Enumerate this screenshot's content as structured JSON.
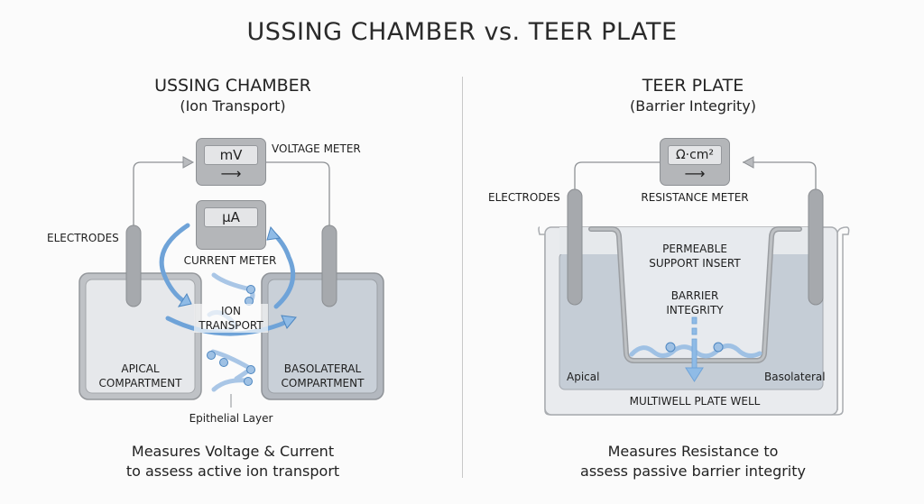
{
  "title": "USSING CHAMBER vs. TEER PLATE",
  "left": {
    "heading": "USSING CHAMBER",
    "subheading": "(Ion Transport)",
    "voltage_meter": {
      "unit": "mV",
      "label": "VOLTAGE METER",
      "arrow": "⟶"
    },
    "current_meter": {
      "unit": "μA",
      "label": "CURRENT METER"
    },
    "electrodes_label": "ELECTRODES",
    "ion_transport_label": [
      "ION",
      "TRANSPORT"
    ],
    "apical_label": [
      "APICAL",
      "COMPARTMENT"
    ],
    "basolateral_label": [
      "BASOLATERAL",
      "COMPARTMENT"
    ],
    "epithelial_label": "Epithelial Layer",
    "caption": [
      "Measures Voltage & Current",
      "to assess active ion transport"
    ]
  },
  "right": {
    "heading": "TEER PLATE",
    "subheading": "(Barrier Integrity)",
    "resistance_meter": {
      "unit": "Ω·cm²",
      "label": "RESISTANCE METER",
      "arrow": "⟶"
    },
    "electrodes_label": "ELECTRODES",
    "insert_label": [
      "PERMEABLE",
      "SUPPORT INSERT"
    ],
    "barrier_label": [
      "BARRIER",
      "INTEGRITY"
    ],
    "apical_label": "Apical",
    "basolateral_label": "Basolateral",
    "well_label": "MULTIWELL PLATE WELL",
    "caption": [
      "Measures Resistance to",
      "assess passive barrier integrity"
    ]
  },
  "colors": {
    "accent_blue": "#6fa3d8",
    "metal_gray": "#a9acb0",
    "fluid_gray": "#c5cdd6"
  }
}
